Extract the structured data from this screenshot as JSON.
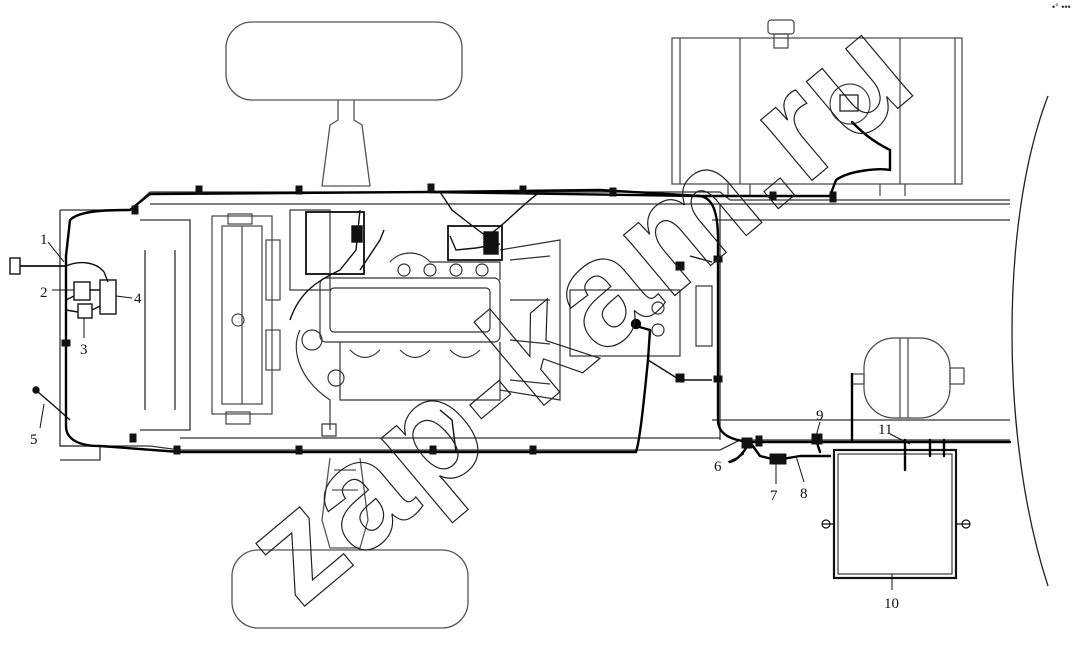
{
  "callouts": [
    {
      "id": "1",
      "label": "1"
    },
    {
      "id": "2",
      "label": "2"
    },
    {
      "id": "3",
      "label": "3"
    },
    {
      "id": "4",
      "label": "4"
    },
    {
      "id": "5",
      "label": "5"
    },
    {
      "id": "6",
      "label": "6"
    },
    {
      "id": "7",
      "label": "7"
    },
    {
      "id": "8",
      "label": "8"
    },
    {
      "id": "9",
      "label": "9"
    },
    {
      "id": "10",
      "label": "10"
    },
    {
      "id": "11",
      "label": "11"
    }
  ],
  "watermark": "zap-kam.ru",
  "corner_mark": "•° •••",
  "colors": {
    "line": "#1a1a1a",
    "light": "#7a7a7a",
    "wire": "#000000"
  }
}
